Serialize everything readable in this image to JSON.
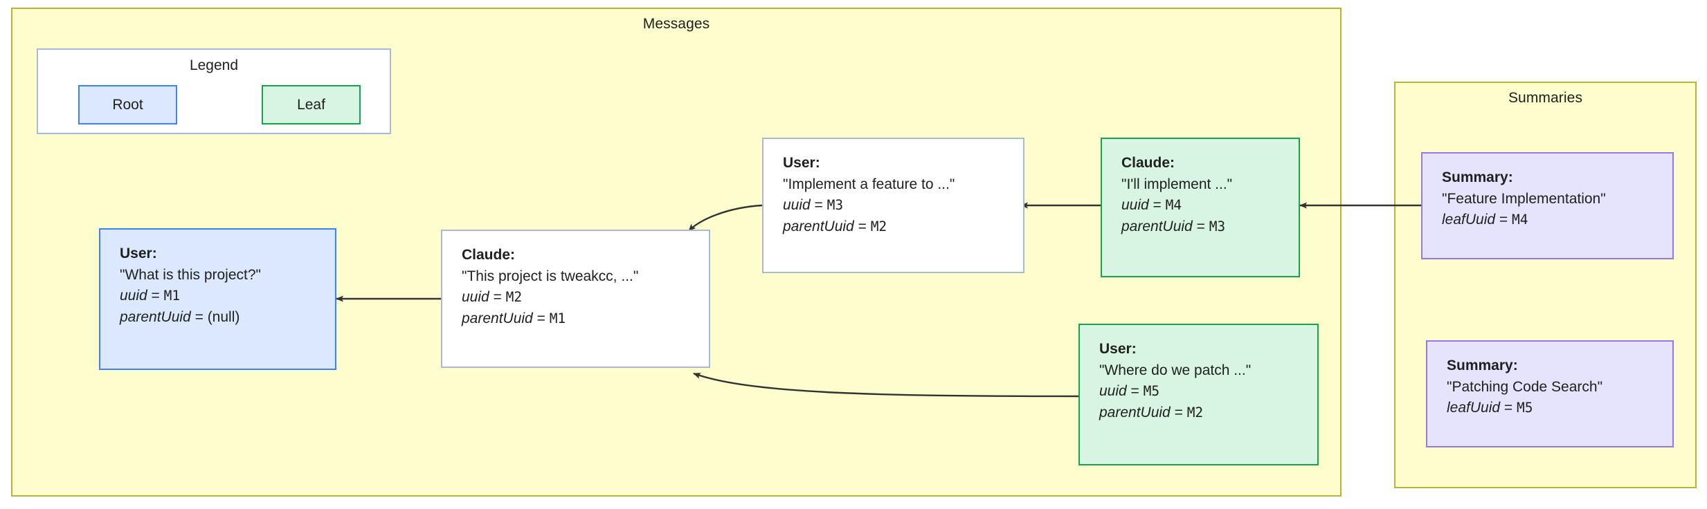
{
  "groups": {
    "messages": {
      "title": "Messages"
    },
    "summaries": {
      "title": "Summaries"
    }
  },
  "legend": {
    "title": "Legend",
    "items": [
      {
        "label": "Root",
        "kind": "root",
        "color": "#dbe8fd",
        "border": "#3b82f6"
      },
      {
        "label": "Leaf",
        "kind": "leaf",
        "color": "#d8f5e3",
        "border": "#16a34a"
      }
    ]
  },
  "colors": {
    "group_fill": "#FEFDCD",
    "group_border": "#b5b531",
    "node_fill": "#ffffff",
    "node_border": "#a8bad1",
    "root_fill": "#dbe8fd",
    "root_border": "#3b82f6",
    "leaf_fill": "#d8f5e3",
    "leaf_border": "#16a34a",
    "summary_fill": "#e6e3fd",
    "summary_border": "#9a77e0",
    "edge": "#333333"
  },
  "nodes": {
    "m1": {
      "role": "User:",
      "text": "\"What is this project?\"",
      "uuid_label": "uuid",
      "uuid_value": "M1",
      "parent_label": "parentUuid",
      "parent_value": "(null)",
      "kind": "root"
    },
    "m2": {
      "role": "Claude:",
      "text": "\"This project is tweakcc, ...\"",
      "uuid_label": "uuid",
      "uuid_value": "M2",
      "parent_label": "parentUuid",
      "parent_value": "M1",
      "kind": "normal"
    },
    "m3": {
      "role": "User:",
      "text": "\"Implement a feature to ...\"",
      "uuid_label": "uuid",
      "uuid_value": "M3",
      "parent_label": "parentUuid",
      "parent_value": "M2",
      "kind": "normal"
    },
    "m4": {
      "role": "Claude:",
      "text": "\"I'll implement ...\"",
      "uuid_label": "uuid",
      "uuid_value": "M4",
      "parent_label": "parentUuid",
      "parent_value": "M3",
      "kind": "leaf"
    },
    "m5": {
      "role": "User:",
      "text": "\"Where do we patch ...\"",
      "uuid_label": "uuid",
      "uuid_value": "M5",
      "parent_label": "parentUuid",
      "parent_value": "M2",
      "kind": "leaf"
    }
  },
  "summaries": [
    {
      "role": "Summary:",
      "text": "\"Feature Implementation\"",
      "leaf_label": "leafUuid",
      "leaf_value": "M4"
    },
    {
      "role": "Summary:",
      "text": "\"Patching Code Search\"",
      "leaf_label": "leafUuid",
      "leaf_value": "M5"
    }
  ],
  "edges": [
    {
      "from": "m2",
      "to": "m1",
      "kind": "straight"
    },
    {
      "from": "m3",
      "to": "m2",
      "kind": "curved"
    },
    {
      "from": "m4",
      "to": "m3",
      "kind": "straight"
    },
    {
      "from": "m5",
      "to": "m2",
      "kind": "curved"
    },
    {
      "from": "summary-1",
      "to": "m4",
      "kind": "straight"
    }
  ]
}
